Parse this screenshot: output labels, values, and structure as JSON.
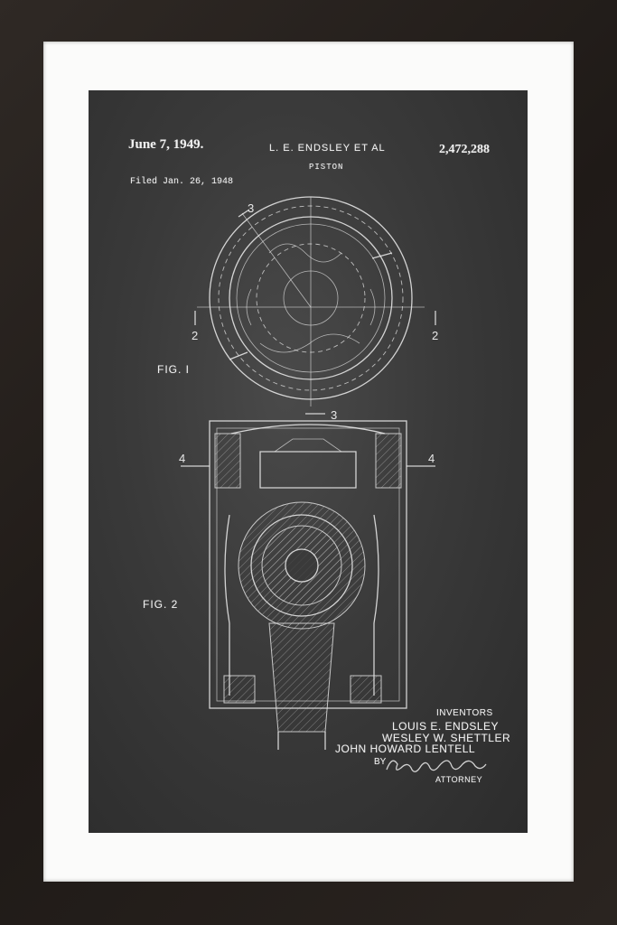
{
  "frame": {
    "color": "#231d1a",
    "mat_color": "#fbfbfa",
    "board_color": "#3a3a3a"
  },
  "patent": {
    "date": "June 7, 1949.",
    "authors": "L. E. ENDSLEY ET AL",
    "number": "2,472,288",
    "title": "PISTON",
    "filed": "Filed Jan. 26, 1948"
  },
  "figures": {
    "fig1_label": "FIG. I",
    "fig2_label": "FIG. 2"
  },
  "signature": {
    "inventors_label": "INVENTORS",
    "inventor_1": "LOUIS E. ENDSLEY",
    "inventor_2": "WESLEY W. SHETTLER",
    "inventor_3": "JOHN HOWARD LENTELL",
    "by": "BY",
    "attorney_label": "ATTORNEY"
  }
}
